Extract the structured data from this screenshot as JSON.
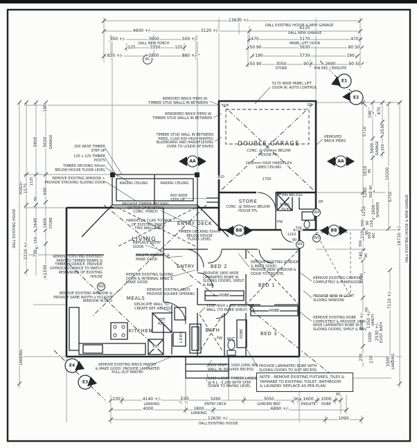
{
  "dims": {
    "top": {
      "overall": "13630 +/-",
      "overall_label": "OALL EXISTING HOUSE & NEW GARAGE",
      "d4600": "4600 +/-",
      "d3120": "3120 +/-",
      "garage_overall": "6110",
      "garage_overall_label": "OALL NEW GARAGE",
      "porch_row1": [
        "500 +/-",
        "3600",
        "500 +/-"
      ],
      "porch_label": "OALL NEW PORCH",
      "porch_row2": [
        "125",
        "3350",
        "125"
      ],
      "porch_row3": [
        "830 +/-",
        "2800",
        "880 +/-"
      ],
      "garage_row1": [
        "470",
        "5170",
        "470"
      ],
      "panel_label": "PANEL LIFT DOOR",
      "garage_row2": [
        "50 90",
        "5630",
        "90 50"
      ],
      "garage_row3": [
        "190",
        "5730",
        "190"
      ],
      "garage_row4": [
        "50 90",
        "3050",
        "90",
        "2690",
        "90 50"
      ],
      "store_label": "STORE",
      "binrec_label": "BIN REC / ENSUITE"
    },
    "left": {
      "d190": "190",
      "d5800": "5800",
      "d5020": "5020",
      "garage": "GARAGE",
      "d1125": "1125",
      "d1575": "1575",
      "porch": "PORCH",
      "d90a": "90",
      "d690": "690",
      "d1640": "1640",
      "d1800": "1800",
      "store": "STORE",
      "d150": "150",
      "d730": "730",
      "d2210": "2210 +/-",
      "d1330": "1330",
      "oall": "OALL EXISTING HOUSE",
      "landing": "LANDING"
    },
    "right": {
      "d190": "190",
      "d470": "470",
      "d5710": "5710",
      "d2530": "2530",
      "d5600": "5600",
      "garage": "GARAGE",
      "d150": "150",
      "d1610": "1610",
      "d95a": "95",
      "d10100": "10100",
      "d1260": "1260",
      "d90a": "90",
      "d500a": "500",
      "d6750": "6750",
      "d1210a": "1210",
      "d1600": "1600",
      "shower": "SHOWER",
      "d500b": "500",
      "d90b": "90",
      "d150b": "150",
      "d1210b": "1210",
      "d95b": "95",
      "d650": "650",
      "wc": "WC",
      "d300": "300",
      "d740": "740",
      "d90c": "90",
      "d2290": "2290",
      "d4080": "4080 +/-",
      "d90d": "90",
      "d1350": "1350 +/-",
      "vanity": "VANITY",
      "d1000": "1000",
      "d2530b": "2530 +/-",
      "existbath": "EXIST. BATH",
      "d230": "230",
      "d270": "270",
      "d1500": "1500",
      "landing": "LANDING",
      "d7110": "7110 +/-",
      "d16710": "16710 +/-",
      "oall": "OALL EXISTING HOUSE & NEW GARAGE"
    },
    "bottom": {
      "row1": [
        "230",
        "4140 +/-",
        "230",
        "3260",
        "3050",
        "90",
        "1600",
        "1000"
      ],
      "lab_landing": "LANDING",
      "lab_entrydeck": "ENTRY DECK",
      "lab_gardenbed": "GARDEN BED",
      "lab_ensuite": "ENSUITE",
      "lab_robe": "ROBE",
      "d90top": "90",
      "row2": [
        "4000",
        "1800",
        "6890 +/-"
      ],
      "row2_label": "LANDING",
      "row3": [
        "12630 +/-",
        "1090"
      ],
      "row3_label": "OALL EXISTING HOUSE"
    },
    "inline": {
      "d1700": "1700",
      "d820": "820",
      "d1210": "1210",
      "d90": "90",
      "d730": "730"
    }
  },
  "rooms": {
    "garage_title": "DOUBLE GARAGE",
    "garage_sub": "CONC. @ 290mm BELOW\nHOUSE FFL",
    "garage_ceiling": "2400mm HIGH HARDIFLEX\nLINED CEILING",
    "store_title": "STORE",
    "store_sub": "CONC. @ 300mm BELOW\nHOUSE FFL",
    "ens_title": "ENS.",
    "ens_sub": "TILES",
    "bin_recess": "BIN RECESS",
    "entry_deck_title": "ENTRY DECK",
    "entry_deck_sub": "TIMBER DECKING 50mm\nBELOW HOUSE\nFLOOR LEVEL",
    "raking1": "RAKING CEILING",
    "raking2": "RAKING CEILING",
    "living": "LIVING",
    "entry": "ENTRY",
    "meals": "MEALS",
    "kitchen": "KITCHEN",
    "ldry": "LDRY",
    "bath": "BATH",
    "wc": "WC",
    "bed1": "BED 1",
    "bed2": "BED 2",
    "bed3": "BED 3",
    "robe1": "ROBE",
    "robe2": "ROBE",
    "robe3": "ROBE",
    "ref_rec": "REF.\nREC.",
    "pty": "PTY"
  },
  "ann": {
    "a1": "5170 WIDE PANEL LIFT\nDOOR W. AUTO CONTROL",
    "a2": "REMOVED BRICK PIERS W.\nTIMBER STUD WALLS IN BETWEEN",
    "a3": "RENDERED BRICK PIERS W.\nTIMBER STUD WALLS IN BETWEEN",
    "a4": "TIMBER STUD WALL IN BETWEEN\nPIERS, CLAD 600 HIGH PAINTED\nBLUEBOARD AND HARDIFLEXING\nOVER TO U/SIDE OF EAVES",
    "a5": "REMOVED\nBRICK PIERS",
    "a6": "200 WIDE TIMBER\nSTEP UP",
    "a7": "125 x 125 TIMBER\nPOSTS",
    "a8": "TIMBER DECKING 50mm\nBELOW HOUSE FLOOR LEVEL",
    "a9": "REMOVE EXISTING WINDOW +\nPROVIDE STACKING SLIDING DOOR",
    "a10": "600 WIDE\nSTEP UP",
    "a11": "PROVIDE TIMBER DECKING\nON TOP OF EXISTING\nCONC. PORCH",
    "a12": "HARDIFLEX CLAD TO FACE\nOF EXISTING BRICK,\nTHIS WALL ONLY",
    "a13": "REMOVE EXISTING EXPOSED\nPAINTED TIMBER BEAMS &\nTIMBER CORNICE. PROVIDE\nGYPROCK CORNICE TO MATCH\nREMAINDER OF EXISTING HOUSE",
    "a14": "REPLACE ENTRY\nDOOR",
    "a15": "DELETE OPENING &\nMAKE GOOD",
    "a16": "REMOVE EXISTING SLIDING\nDOOR & INTERNAL WALL &\nMAKE GOOD",
    "a17": "REMOVE EXISTING ARCH.\nPROVIDE SQUARE OPENING",
    "a18": "RELOCATE WALL TO\nCREATE REF. RECESS",
    "a19": "REMOVE EXISTING WINDOW &\nPROVIDE SAME WIDTH x HI-LIGHT\nWINDOW IN LIEU",
    "a20": "REMOVE EXISTING BRICK PANTRY\n& MAKE GOOD. PROVIDE LAMINATED\nPULL-OUT PANTRY",
    "a21": "1800 x 1500 TIMBER LANDING\n@ R.L. -3.280 WITH STEP\nDOWN TO PAVING LEVEL",
    "a22": "1100 HIGH x 900 LONG NIB\nWALL (TO MAKE SHELF)",
    "a23": "2000 HIGH x 1000 LONG NIB\nWALL W. 600x400 RECESS",
    "a24": "PROVIDE LAMINATED ROBE WITH\nSLIDING DOORS TO SUIT RECESS",
    "a25": "PROVIDE 1800 WIDE\nLAMINATED ROBE W.\nSLIDING DOORS, SHELF\n& RAIL",
    "a26": "REMOVE EXISTING WINDOW\n& MAKE GOOD.\nPROVIDE NEW WINDOW &\nDOOR TO ENSUITE.",
    "a27": "REMOVE EXISTING CARPORT\nCOMPLETELY & MAKE GOOD",
    "a28": "PROVIDE NEW HI-LIGHT\nSLIDING WINDOW",
    "a29": "REMOVE EXISTING ROBE\nCOMPLETELY & PROVIDE 2400\nWIDE LAMINATED ROBE W.\nSLIDING DOORS, SHELF & RAIL"
  },
  "note": "NOTE : REMOVE EXISTING FIXTURES, TILES &\nTAPWARE TO EXISTING TOILET, BATHROOM\n& LAUNDRY. REPLACE AS PER PLAN.",
  "markers": {
    "e1": "E1",
    "e2": "E2",
    "e3": "E3",
    "e4": "E4",
    "aa": "AA",
    "bb": "BB",
    "b1": "B1",
    "w1": "W1",
    "w2": "W2",
    "w3": "W3",
    "w4": "W4",
    "dp": "DP",
    "fw": "FW"
  },
  "colors": {
    "ink": "#2b2f36",
    "dimline": "#6a6f78",
    "paper": "#fcfcfa"
  }
}
